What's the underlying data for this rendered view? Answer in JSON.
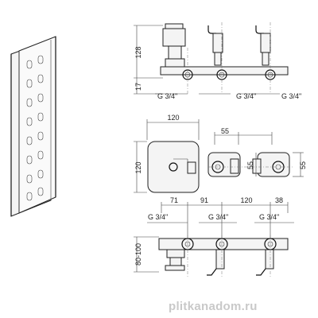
{
  "top_view": {
    "height_main": "128",
    "height_lower": "17",
    "threads": [
      "G 3/4\"",
      "G 3/4\"",
      "G 3/4\""
    ]
  },
  "middle_view": {
    "plate_width": "120",
    "plate_height": "120",
    "spacing_horizontal": "55",
    "spacing_vertical_inner": "55",
    "spacing_vertical_right": "55"
  },
  "bottom_view": {
    "spacings": [
      "71",
      "91",
      "120",
      "38"
    ],
    "threads": [
      "G 3/4\"",
      "G 3/4\"",
      "G 3/4\""
    ],
    "depth_range": "80-100"
  },
  "watermark": "plitkanadom.ru"
}
